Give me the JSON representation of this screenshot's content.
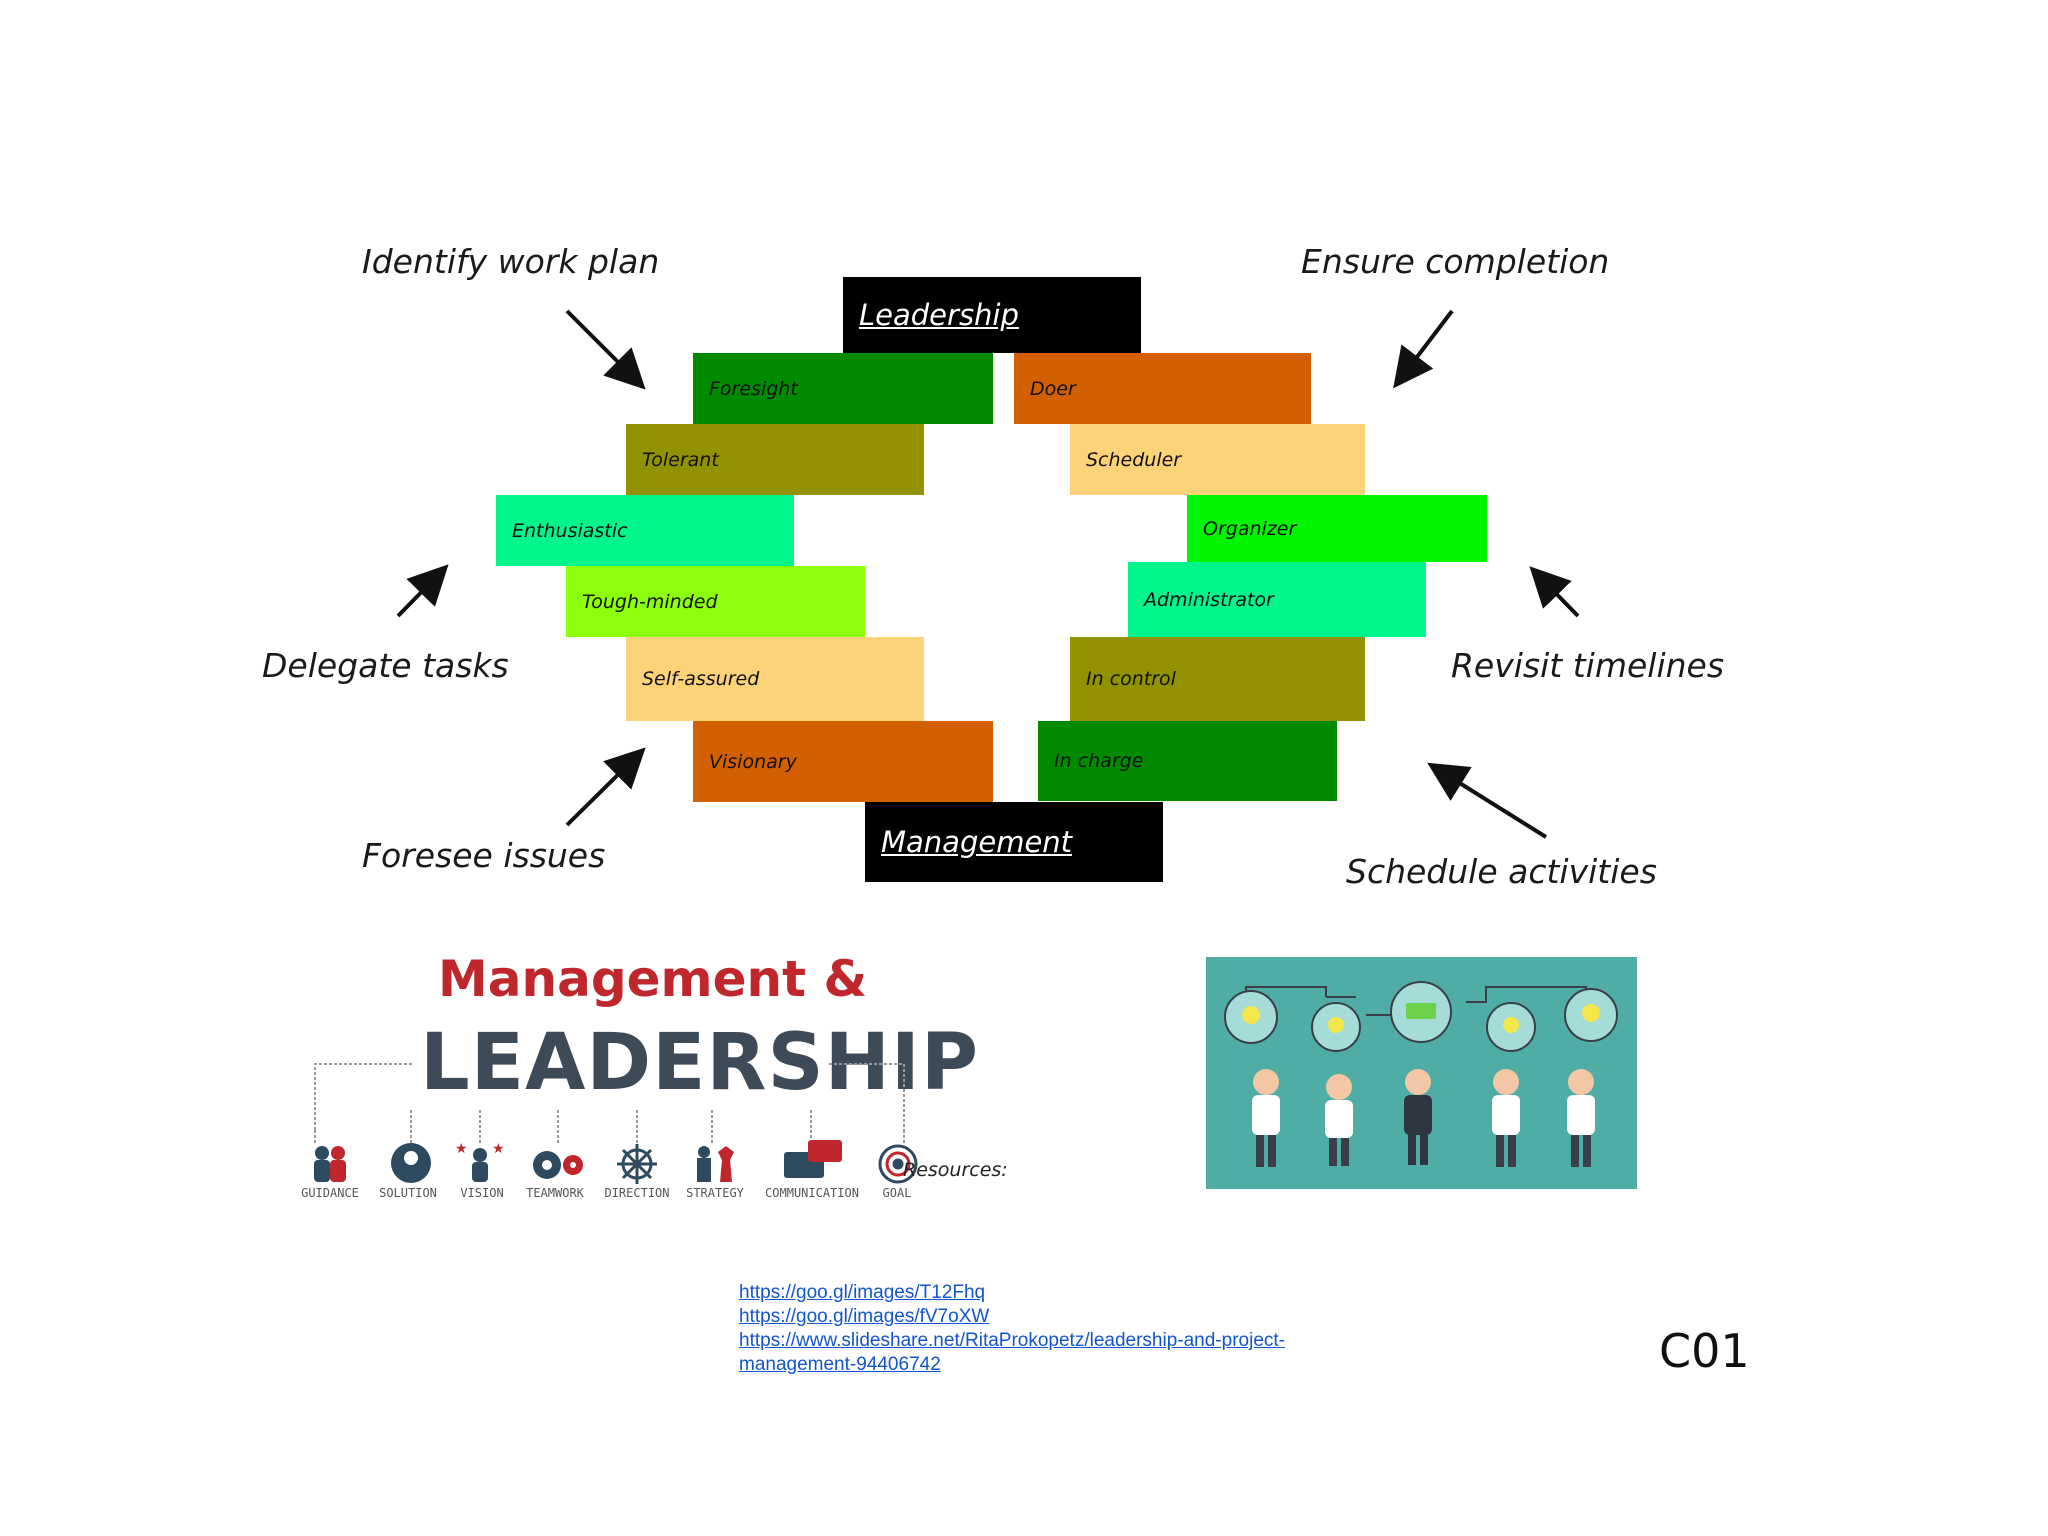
{
  "diagram": {
    "top_header": "Leadership",
    "bottom_header": "Management",
    "left_blocks": [
      {
        "label": "Foresight",
        "color": "#008a00"
      },
      {
        "label": "Tolerant",
        "color": "#929200"
      },
      {
        "label": "Enthusiastic",
        "color": "#00f58a"
      },
      {
        "label": "Tough-minded",
        "color": "#8dff0a"
      },
      {
        "label": "Self-assured",
        "color": "#fdd37a"
      },
      {
        "label": "Visionary",
        "color": "#d25f00"
      }
    ],
    "right_blocks": [
      {
        "label": "Doer",
        "color": "#d25f00"
      },
      {
        "label": "Scheduler",
        "color": "#fdd37a"
      },
      {
        "label": "Organizer",
        "color": "#00f500"
      },
      {
        "label": "Administrator",
        "color": "#00f58a"
      },
      {
        "label": "In control",
        "color": "#929200"
      },
      {
        "label": "In charge",
        "color": "#008a00"
      }
    ],
    "annotations": {
      "identify_work_plan": "Identify work plan",
      "ensure_completion": "Ensure completion",
      "delegate_tasks": "Delegate tasks",
      "revisit_timelines": "Revisit timelines",
      "foresee_issues": "Foresee issues",
      "schedule_activities": "Schedule activities"
    }
  },
  "logo": {
    "line1": "Management &",
    "line2": "LEADERSHIP",
    "icons": [
      {
        "label": "GUIDANCE",
        "icon": "people-icon"
      },
      {
        "label": "SOLUTION",
        "icon": "head-gear-icon"
      },
      {
        "label": "VISION",
        "icon": "star-person-icon"
      },
      {
        "label": "TEAMWORK",
        "icon": "gears-icon"
      },
      {
        "label": "DIRECTION",
        "icon": "ship-wheel-icon"
      },
      {
        "label": "STRATEGY",
        "icon": "chess-icon"
      },
      {
        "label": "COMMUNICATION",
        "icon": "speech-bubbles-icon"
      },
      {
        "label": "GOAL",
        "icon": "target-icon"
      }
    ]
  },
  "resources": {
    "label": "Resources:",
    "links": [
      "https://goo.gl/images/T12Fhq",
      "https://goo.gl/images/fV7oXW",
      "https://www.slideshare.net/RitaProkopetz/leadership-and-project-",
      "management-94406742"
    ]
  },
  "slide_code": "C01"
}
